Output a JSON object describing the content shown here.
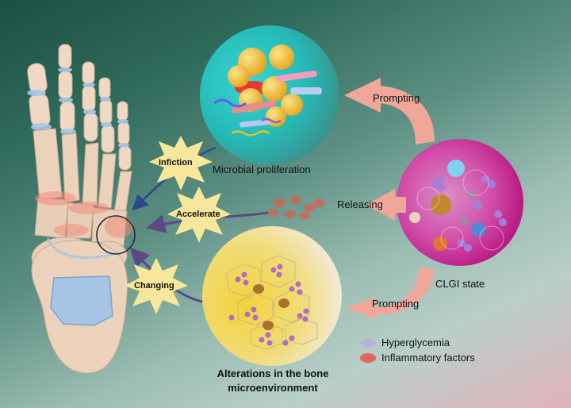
{
  "labels": {
    "microbial": "Microbial proliferation",
    "bone_alteration_line1": "Alterations in the bone",
    "bone_alteration_line2": "microenvironment",
    "clgi": "CLGI state",
    "prompting_top": "Prompting",
    "prompting_bottom": "Prompting",
    "releasing": "Releasing",
    "infiction": "Infiction",
    "accelerate": "Accelerate",
    "changing": "Changing"
  },
  "legend": [
    {
      "label": "Hyperglycemia",
      "color": "#b6b3d6"
    },
    {
      "label": "Inflammatory factors",
      "color": "#e0655a"
    }
  ],
  "colors": {
    "arrow_salmon": "#f0a79a",
    "arrow_navy": "#2b4a8a",
    "arrow_purple": "#5b4a86",
    "starburst": "#f7e79a",
    "bone": "#f0d9c4"
  }
}
